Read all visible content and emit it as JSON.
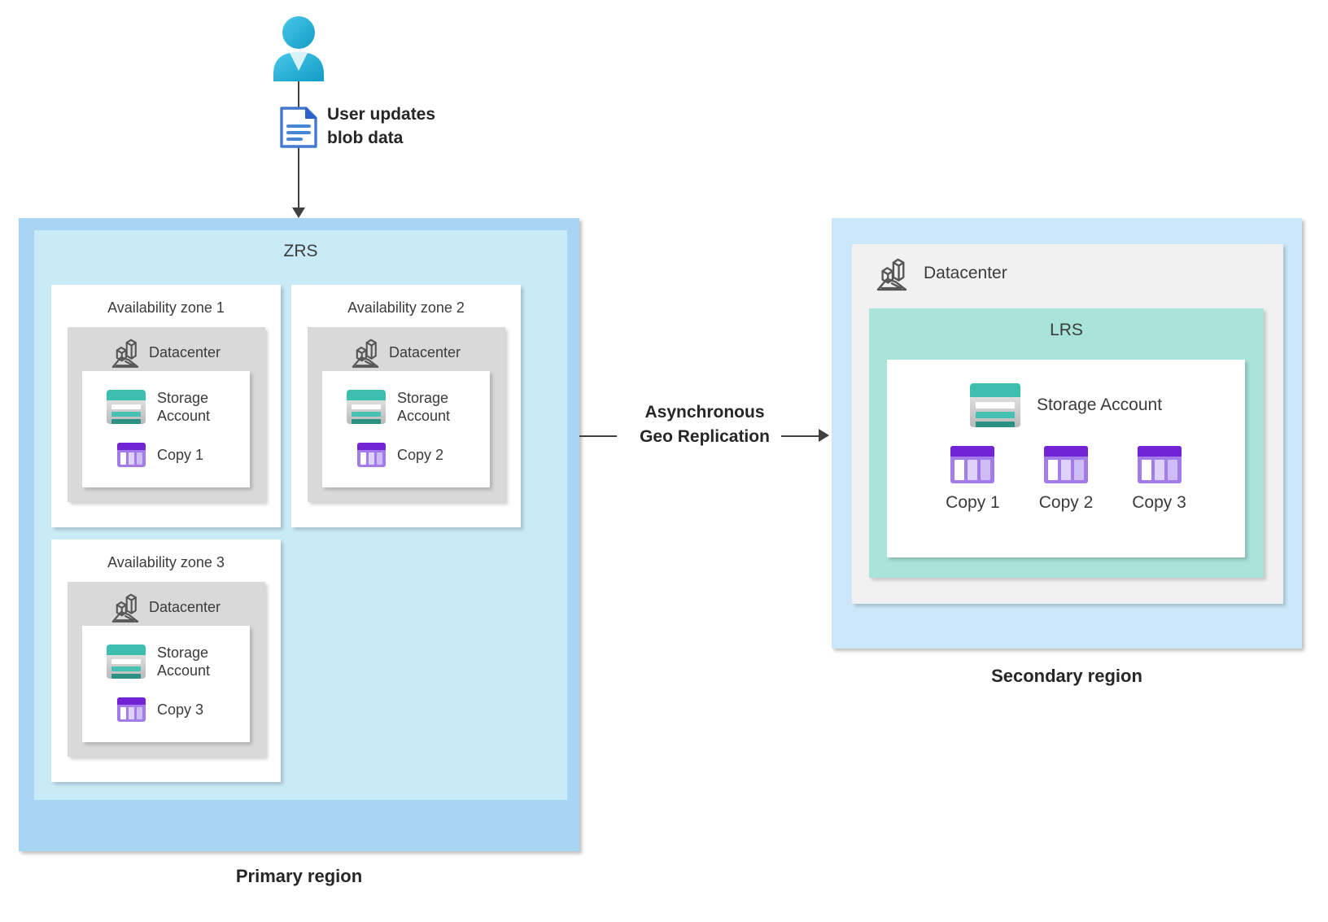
{
  "user_flow": {
    "caption_line1": "User updates",
    "caption_line2": "blob data"
  },
  "primary_region": {
    "label": "Primary region",
    "replication_type": "ZRS",
    "zones": [
      {
        "title": "Availability zone 1",
        "datacenter": "Datacenter",
        "storage": "Storage Account",
        "copy": "Copy 1"
      },
      {
        "title": "Availability zone 2",
        "datacenter": "Datacenter",
        "storage": "Storage Account",
        "copy": "Copy 2"
      },
      {
        "title": "Availability zone 3",
        "datacenter": "Datacenter",
        "storage": "Storage Account",
        "copy": "Copy 3"
      }
    ]
  },
  "replication": {
    "label_line1": "Asynchronous",
    "label_line2": "Geo Replication"
  },
  "secondary_region": {
    "label": "Secondary region",
    "datacenter": "Datacenter",
    "replication_type": "LRS",
    "storage": "Storage Account",
    "copies": [
      "Copy 1",
      "Copy 2",
      "Copy 3"
    ]
  },
  "icons": {
    "person": "user-person-icon",
    "document": "blob-document-icon",
    "datacenter": "datacenter-building-icon",
    "storage_account": "storage-account-icon",
    "copy": "copy-table-icon"
  },
  "colors": {
    "primary_region_bg": "#a7d5f2",
    "zrs_bg": "#c9eaf7",
    "zone_bg": "#ffffff",
    "zone_datacenter_bg": "#d9d9d9",
    "secondary_region_bg": "#cbe7f9",
    "secondary_datacenter_bg": "#f1f1f1",
    "lrs_bg": "#a9e3d9",
    "storage_teal": "#3dbfb0",
    "storage_teal_dark": "#2b9185",
    "copy_purple_header": "#7223d6",
    "copy_purple_body": "#a47ce9",
    "person_cyan": "#2bb7dd",
    "document_blue": "#4377d0",
    "arrow": "#404040"
  }
}
